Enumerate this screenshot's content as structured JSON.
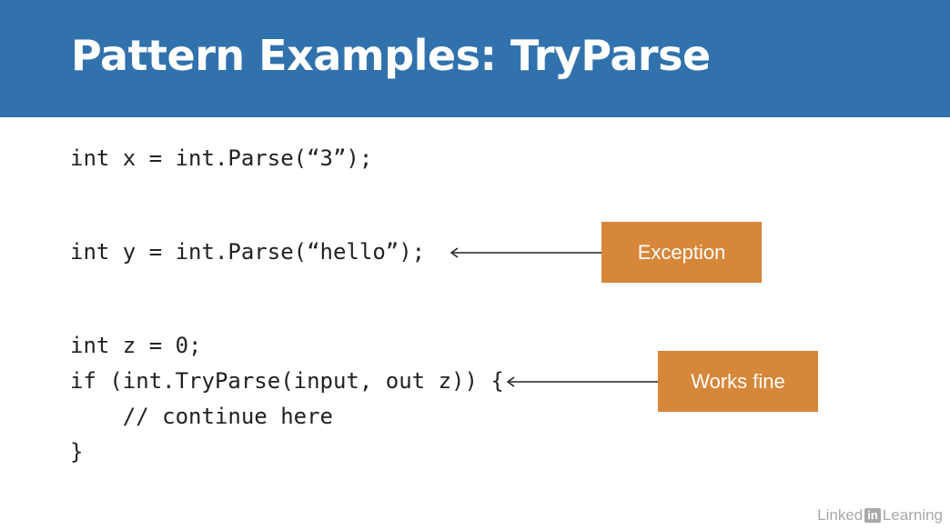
{
  "slide": {
    "title": "Pattern Examples: TryParse"
  },
  "code": {
    "line1": "int x = int.Parse(“3”);",
    "line2": "int y = int.Parse(“hello”);",
    "line3": "int z = 0;",
    "line4": "if (int.TryParse(input, out z)) {",
    "line5": "    // continue here",
    "line6": "}"
  },
  "callouts": {
    "exception": "Exception",
    "works_fine": "Works fine"
  },
  "watermark": {
    "linked": "Linked",
    "in": "in",
    "learning": "Learning"
  },
  "colors": {
    "header": "#3172ad",
    "callout": "#d6873a"
  }
}
